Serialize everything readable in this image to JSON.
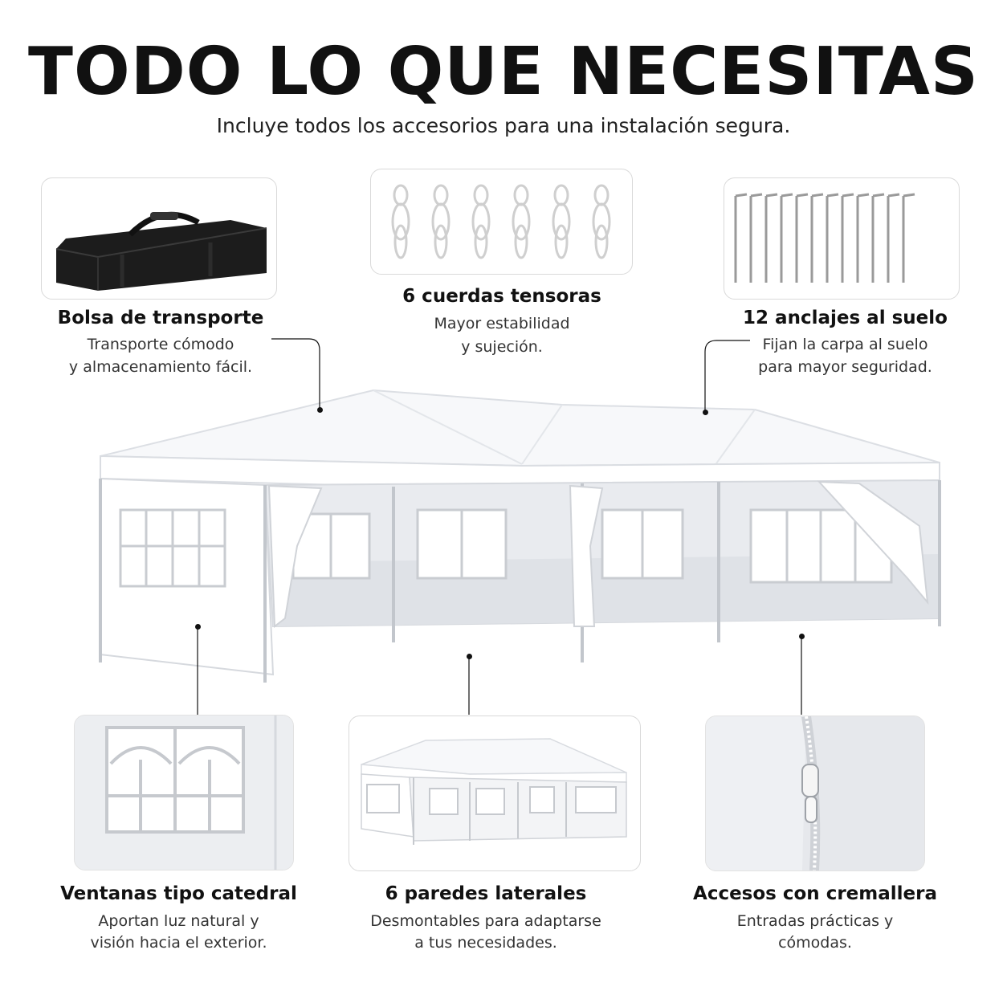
{
  "header": {
    "title": "TODO LO QUE NECESITAS",
    "subtitle": "Incluye todos los accesorios para una instalación segura."
  },
  "features": [
    {
      "title": "Bolsa de transporte",
      "desc_line1": "Transporte cómodo",
      "desc_line2": "y almacenamiento fácil."
    },
    {
      "title": "6 cuerdas tensoras",
      "desc_line1": "Mayor estabilidad",
      "desc_line2": "y sujeción."
    },
    {
      "title": "12 anclajes al suelo",
      "desc_line1": "Fijan la carpa al suelo",
      "desc_line2": "para mayor seguridad."
    },
    {
      "title": "Ventanas tipo catedral",
      "desc_line1": "Aportan luz natural y",
      "desc_line2": "visión hacia el exterior."
    },
    {
      "title": "6 paredes laterales",
      "desc_line1": "Desmontables para adaptarse",
      "desc_line2": "a tus necesidades."
    },
    {
      "title": "Accesos con cremallera",
      "desc_line1": "Entradas prácticas y",
      "desc_line2": "cómodas."
    }
  ],
  "colors": {
    "text": "#111111",
    "card_border": "#d9d9d9",
    "tent": "#ffffff",
    "tent_shadow": "#d5d8de"
  },
  "counts": {
    "ropes": 6,
    "stakes": 12
  }
}
